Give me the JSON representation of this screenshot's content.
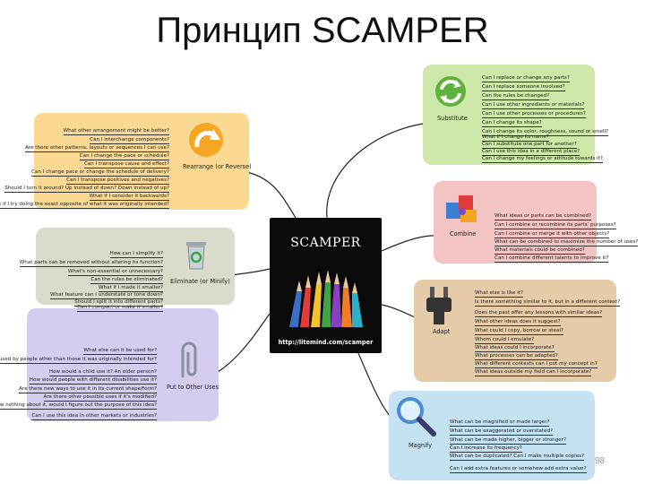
{
  "title": "Принцип SCAMPER",
  "center": {
    "title": "SCAMPER",
    "url": "http://litemind.com/scamper"
  },
  "branches": {
    "substitute": {
      "label": "Substitute",
      "color": "#cde8a8",
      "icon": "recycle-arrows-icon",
      "questions": [
        "Can I replace or change any parts?",
        "Can I replace someone involved?",
        "Can the rules be changed?",
        "Can I use other ingredients or materials?",
        "Can I use other processes or procedures?",
        "Can I change its shape?",
        "Can I change its color, roughness, sound or smell?",
        "What if I change its name?",
        "Can I substitute one part for another?",
        "Can I use this idea in a different place?",
        "Can I change my feelings or attitude towards it?"
      ]
    },
    "combine": {
      "label": "Combine",
      "color": "#f4c4c4",
      "icon": "puzzle-pieces-icon",
      "questions": [
        "What ideas or parts can be combined?",
        "Can I combine or recombine its parts' purposes?",
        "Can I combine or merge it with other objects?",
        "What can be combined to maximize the number of uses?",
        "What materials could be combined?",
        "Can I combine different talents to improve it?"
      ]
    },
    "adapt": {
      "label": "Adapt",
      "color": "#e6cba9",
      "icon": "power-plug-icon",
      "questions": [
        "What else is like it?",
        "Is there something similar to it, but in a different context?",
        "Does the past offer any lessons with similar ideas?",
        "What other ideas does it suggest?",
        "What could I copy, borrow or steal?",
        "Whom could I emulate?",
        "What ideas could I incorporate?",
        "What processes can be adapted?",
        "What different contexts can I put my concept in?",
        "What ideas outside my field can I incorporate?"
      ]
    },
    "magnify": {
      "label": "Magnify",
      "color": "#c5e2f3",
      "icon": "magnifying-glass-icon",
      "questions": [
        "What can be magnified or made larger?",
        "What can be exaggerated or overstated?",
        "What can be made higher, bigger or stronger?",
        "Can I increase its frequency?",
        "What can be duplicated? Can I make multiple copies?",
        "Can I add extra features or somehow add extra value?"
      ]
    },
    "put": {
      "label": "Put to Other Uses",
      "color": "#d5ccf0",
      "icon": "paperclip-icon",
      "questions": [
        "What else can it be used for?",
        "Can it be used by people other than those it was originally intended for?",
        "How would a child use it? An older person?",
        "How would people with different disabilities use it?",
        "Are there new ways to use it in its current shape/form?",
        "Are there other possible uses if it's modified?",
        "If I knew nothing about it, would I figure out the purpose of this idea?",
        "Can I use this idea in other markets or industries?"
      ]
    },
    "eliminate": {
      "label": "Eliminate (or Minify)",
      "color": "#dadbcb",
      "icon": "recycle-bin-icon",
      "questions": [
        "How can I simplify it?",
        "What parts can be removed without altering its function?",
        "What's non-essential or unnecessary?",
        "Can the rules be eliminated?",
        "What if I made it smaller?",
        "What feature can I understate or tone down?",
        "Should I split it into different parts?",
        "Can I compact or make it smaller?"
      ]
    },
    "rearrange": {
      "label": "Rearrange (or Reverse)",
      "color": "#fbd992",
      "icon": "curved-arrow-icon",
      "questions": [
        "What other arrangement might be better?",
        "Can I interchange components?",
        "Are there other patterns, layouts or sequences I can use?",
        "Can I change the pace or schedule?",
        "Can I transpose cause and effect?",
        "Can I change pace or change the schedule of delivery?",
        "Can I transpose positives and negatives?",
        "Should I turn it around? Up instead of down? Down instead of up?",
        "What if I consider it backwards?",
        "What if I try doing the exact opposite of what it was originally intended?"
      ]
    }
  },
  "page_number": "98"
}
